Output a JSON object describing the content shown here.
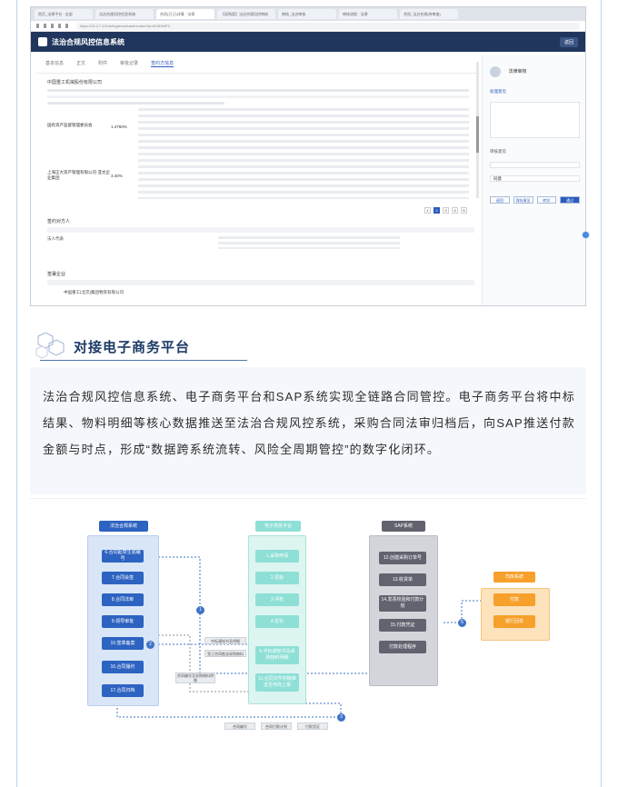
{
  "screenshot": {
    "browser_tabs": [
      "首页_法律平台 · 全部",
      "法治合规风控信息系统",
      "合同(已订)详情 · 法律",
      "【采购类】法治合规风控审核",
      "审核_法治审核",
      "审核流程 · 法律",
      "合同_法治合规(待审查)"
    ],
    "url": "https://10.4.7.201/#/legal/contract/review?id=8C5D94FC",
    "app_title": "法治合规风控信息系统",
    "header_button": "返回",
    "tabs": [
      "基本信息",
      "正文",
      "附件",
      "审批记录",
      "签约方信息"
    ],
    "active_tab": "签约方信息",
    "company_line": "中国重工机械股份有限公司",
    "row_item_1": "国有资产监督管理委员会",
    "row_item_1_pct": "1.4760%",
    "row_item_2": "上海正大资产管理有限公司·亚太企业集团",
    "row_item_2_pct": "3.40%",
    "section_partner": "签约对方人",
    "section_sign": "签署企业",
    "partner_row": "法人代表",
    "sign_row": "中国重工(北京)集团物资有限公司",
    "pages": [
      "1",
      "2",
      "3",
      "4",
      "5"
    ],
    "active_page": "2",
    "side_user": "法律审核",
    "side_label": "处理意见",
    "side_field_1": "审核意见",
    "side_field_2": "同意",
    "side_buttons": [
      "退回",
      "保存意见",
      "转交",
      "通过"
    ]
  },
  "section": {
    "title": "对接电子商务平台",
    "body": "法治合规风控信息系统、电子商务平台和SAP系统实现全链路合同管控。电子商务平台将中标结果、物料明细等核心数据推送至法治合规风控系统，采购合同法审归档后，向SAP推送付款金额与时点，形成“数据跨系统流转、风险全周期管控”的数字化闭环。"
  },
  "diagram": {
    "col1_head": "法治合规系统",
    "col1_steps": [
      "6.合同起草生成编号",
      "7.合同会签",
      "8.合同法审",
      "9.领导审批",
      "10.签章备案",
      "16.合同履约",
      "17.合同归档"
    ],
    "col2_head": "电子商务平台",
    "col2_steps": [
      "1.采购申请",
      "2.招标",
      "3.评标",
      "4.定标",
      "5.中标通知书及采购物料明细",
      "11.合同文件初稿推送至电商上报"
    ],
    "col3_head": "SAP系统",
    "col3_steps": [
      "12.创建采购订单号",
      "13.收货单",
      "14.发票校验和付款计划",
      "15.付款凭证",
      "付款处理程序"
    ],
    "col4_head": "司库系统",
    "col4_steps": [
      "付款",
      "银行回单"
    ],
    "notes": [
      "中标通知书及明细",
      "签订合同推送采购物料",
      "合同编号及采购物料明细",
      "合同编号",
      "合同付款计划",
      "付款凭证"
    ],
    "markers": [
      "1",
      "2",
      "3",
      "5"
    ]
  },
  "colors": {
    "col1": "#2d63c1",
    "col2": "#8edfd6",
    "col3": "#62636f",
    "col4": "#f7a02b",
    "accent": "#1c3a66"
  }
}
